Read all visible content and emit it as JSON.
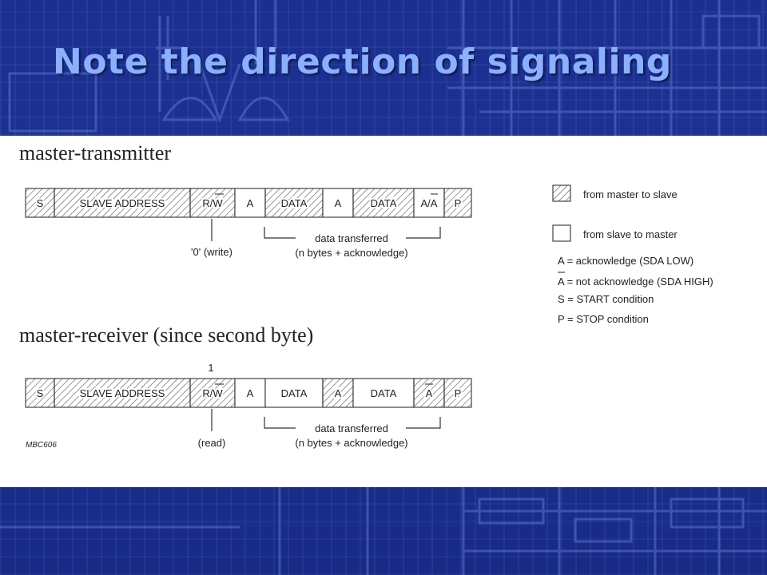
{
  "title": "Note the direction of signaling",
  "transmitter": {
    "heading": "master-transmitter",
    "fields": [
      {
        "label": "S",
        "dir": "master"
      },
      {
        "label": "SLAVE ADDRESS",
        "dir": "master"
      },
      {
        "label": "R/W",
        "dir": "master"
      },
      {
        "label": "A",
        "dir": "slave"
      },
      {
        "label": "DATA",
        "dir": "master"
      },
      {
        "label": "A",
        "dir": "slave"
      },
      {
        "label": "DATA",
        "dir": "master"
      },
      {
        "label": "A/A",
        "dir": "slave"
      },
      {
        "label": "P",
        "dir": "master"
      }
    ],
    "rw_note": "'0' (write)",
    "transfer_line1": "data transferred",
    "transfer_line2": "(n bytes + acknowledge)"
  },
  "receiver": {
    "heading": "master-receiver (since second byte)",
    "rw_value": "1",
    "fields": [
      {
        "label": "S",
        "dir": "master"
      },
      {
        "label": "SLAVE ADDRESS",
        "dir": "master"
      },
      {
        "label": "R/W",
        "dir": "master"
      },
      {
        "label": "A",
        "dir": "slave"
      },
      {
        "label": "DATA",
        "dir": "slave"
      },
      {
        "label": "A",
        "dir": "master"
      },
      {
        "label": "DATA",
        "dir": "slave"
      },
      {
        "label": "A",
        "dir": "master"
      },
      {
        "label": "P",
        "dir": "master"
      }
    ],
    "rw_note": "(read)",
    "transfer_line1": "data transferred",
    "transfer_line2": "(n bytes + acknowledge)"
  },
  "figure_code": "MBC606",
  "legend": {
    "master_to_slave": "from master to slave",
    "slave_to_master": "from slave to master",
    "definitions": [
      "A = acknowledge (SDA LOW)",
      "A = not acknowledge (SDA HIGH)",
      "S = START condition",
      "P = STOP condition"
    ]
  },
  "colors": {
    "background": "#1a2f8c",
    "title": "#8ab0ff",
    "hatch": "#555555",
    "border": "#444444"
  }
}
